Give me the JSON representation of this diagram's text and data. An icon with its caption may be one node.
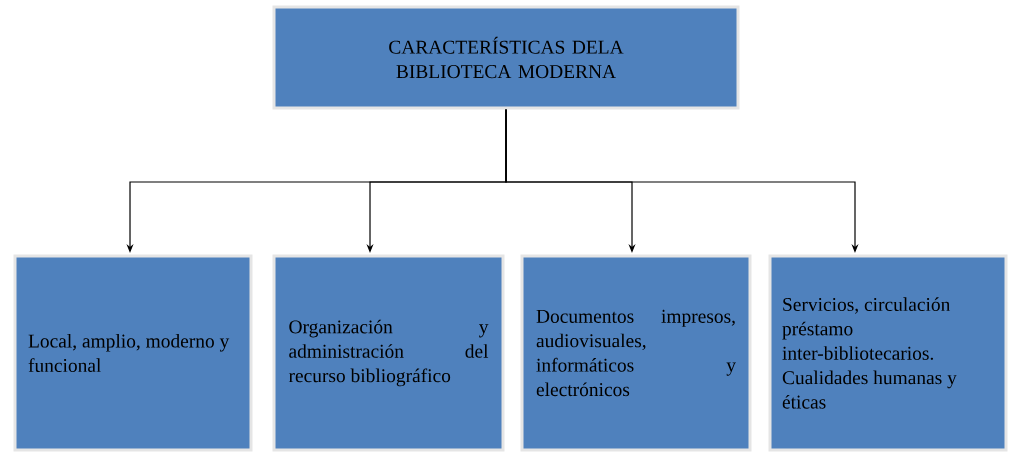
{
  "diagram": {
    "nodes": [
      {
        "text": [
          "CARACTERÍSTICAS DELA BIBLIOTECA MODERNA"
        ]
      },
      {
        "text": [
          "Local, amplio, moderno y funcional"
        ]
      },
      {
        "text": [
          "Organización y administración del recurso bibliográfico"
        ]
      },
      {
        "text": [
          "Documentos impresos, audiovisuales, informáticos y electrónicos"
        ]
      },
      {
        "text": [
          "Servicios, circulación préstamo inter-bibliotecarios. Cualidades humanas y éticas"
        ]
      }
    ],
    "edges": [
      {
        "from": 0,
        "to": 1,
        "arrow": "to"
      },
      {
        "from": 0,
        "to": 2,
        "arrow": "to"
      },
      {
        "from": 0,
        "to": 3,
        "arrow": "to"
      },
      {
        "from": 0,
        "to": 4,
        "arrow": "to"
      }
    ]
  }
}
